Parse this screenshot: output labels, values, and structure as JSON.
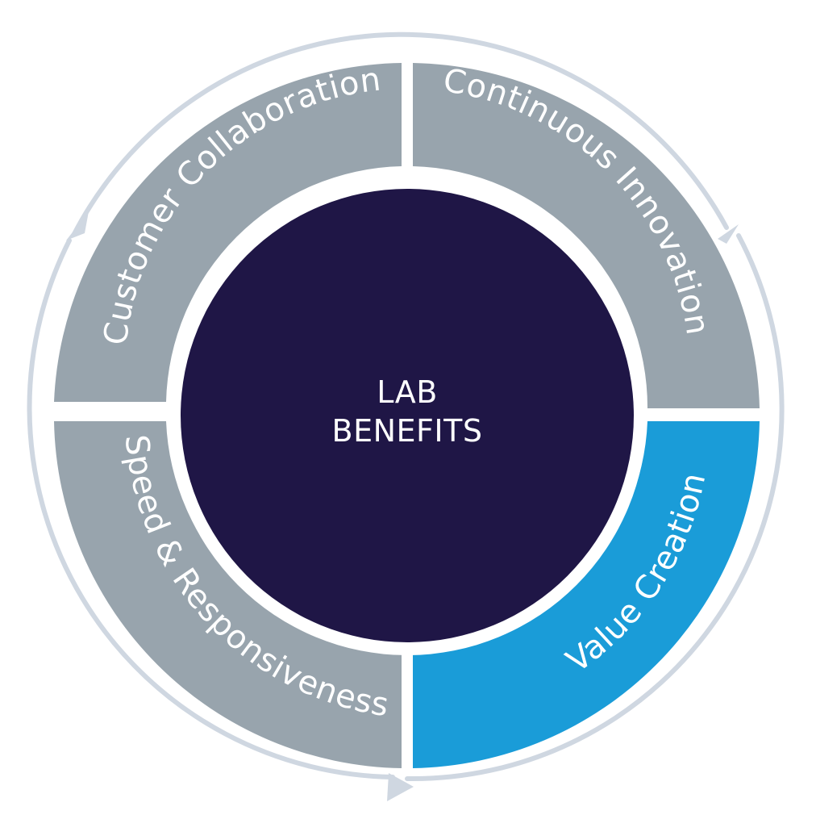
{
  "center": {
    "line1": "LAB",
    "line2": "BENEFITS"
  },
  "segments": [
    {
      "label": "Customer Collaboration",
      "highlighted": false
    },
    {
      "label": "Continuous Innovation",
      "highlighted": false
    },
    {
      "label": "Value Creation",
      "highlighted": true
    },
    {
      "label": "Speed & Responsiveness",
      "highlighted": false
    }
  ],
  "colors": {
    "segment": "#98a4ad",
    "highlight": "#1a9cd8",
    "center": "#1f1646",
    "ring": "#cfd7e1",
    "label": "#ffffff"
  }
}
